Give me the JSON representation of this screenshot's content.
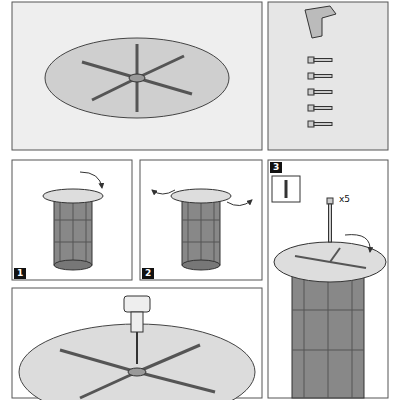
{
  "diagram": {
    "labels": [
      "1",
      "2",
      "3",
      "x5"
    ]
  }
}
